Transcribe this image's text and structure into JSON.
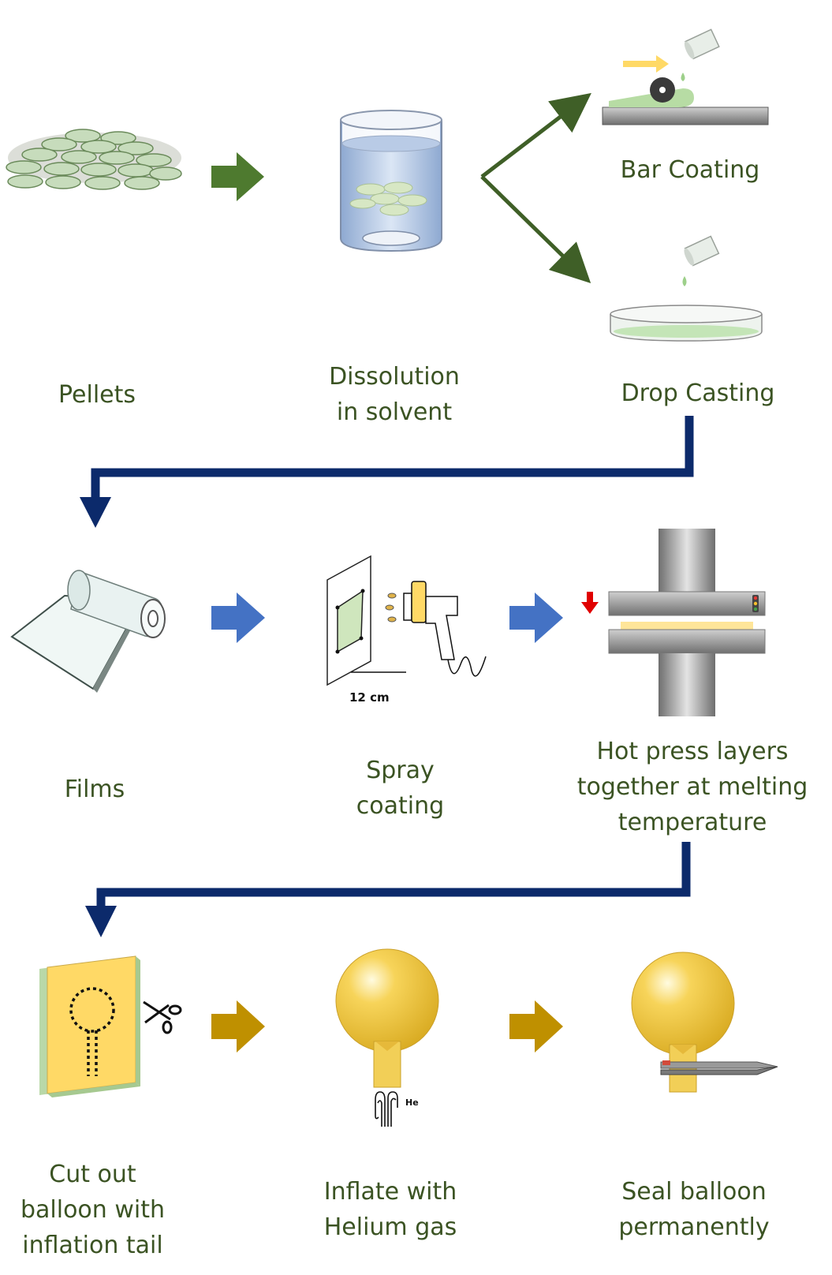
{
  "row1": {
    "pellets": "Pellets",
    "dissolution_line1": "Dissolution",
    "dissolution_line2": "in solvent",
    "bar_coating": "Bar Coating",
    "drop_casting": "Drop Casting"
  },
  "row2": {
    "films": "Films",
    "spray_line1": "Spray",
    "spray_line2": "coating",
    "spray_distance": "12 cm",
    "hotpress_line1": "Hot press layers",
    "hotpress_line2": "together at melting",
    "hotpress_line3": "temperature"
  },
  "row3": {
    "cut_line1": "Cut out",
    "cut_line2": "balloon with",
    "cut_line3": "inflation tail",
    "inflate_line1": "Inflate with",
    "inflate_line2": "Helium gas",
    "helium_symbol": "He",
    "seal_line1": "Seal balloon",
    "seal_line2": "permanently"
  },
  "colors": {
    "text": "#3b5323",
    "arrow_green": "#4e7a2f",
    "arrow_blue": "#4472c4",
    "arrow_gold": "#bf9000",
    "connector_navy": "#0c2a6b"
  }
}
